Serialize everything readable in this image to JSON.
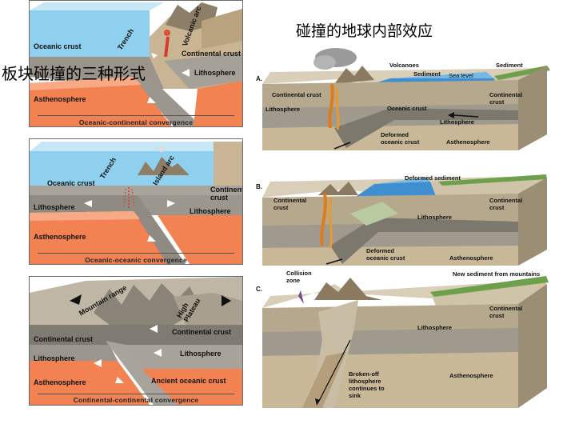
{
  "titles": {
    "left": "板块碰撞的三种形式",
    "right": "碰撞的地球内部效应"
  },
  "panel1": {
    "caption": "Oceanic-continental convergence",
    "labels": {
      "oceanic_crust": "Oceanic crust",
      "trench": "Trench",
      "volcanic_arc": "Volcanic arc",
      "continental_crust": "Continental crust",
      "lithosphere": "Lithosphere",
      "asthenosphere": "Asthenosphere"
    }
  },
  "panel2": {
    "caption": "Oceanic-oceanic convergence",
    "labels": {
      "trench": "Trench",
      "island_arc": "Island arc",
      "oceanic_crust": "Oceanic crust",
      "continental_crust": "Continental crust",
      "lithosphere_left": "Lithosphere",
      "lithosphere_right": "Lithosphere",
      "asthenosphere": "Asthenosphere"
    }
  },
  "panel3": {
    "caption": "Continental-continental convergence",
    "labels": {
      "mountain_range": "Mountain range",
      "high_plateau": "High Plateau",
      "continental_crust_left": "Continental crust",
      "continental_crust_right": "Continental crust",
      "lithosphere_left": "Lithosphere",
      "lithosphere_right": "Lithosphere",
      "asthenosphere": "Asthenosphere",
      "ancient_oceanic_crust": "Ancient oceanic crust"
    }
  },
  "figA": {
    "letter": "A.",
    "labels": {
      "volcanoes": "Volcanoes",
      "sediment_1": "Sediment",
      "sediment_2": "Sediment",
      "sea_level": "Sea level",
      "continental_crust_left": "Continental crust",
      "continental_crust_right": "Continental crust",
      "lithosphere_left": "Lithosphere",
      "lithosphere_right": "Lithosphere",
      "oceanic_crust": "Oceanic crust",
      "deformed_oceanic_crust": "Deformed oceanic crust",
      "asthenosphere": "Asthenosphere"
    }
  },
  "figB": {
    "letter": "B.",
    "labels": {
      "deformed_sediment": "Deformed sediment",
      "continental_crust_left": "Continental crust",
      "continental_crust_right": "Continental crust",
      "lithosphere": "Lithosphere",
      "deformed_oceanic_crust": "Deformed oceanic crust",
      "asthenosphere": "Asthenosphere"
    }
  },
  "figC": {
    "letter": "C.",
    "labels": {
      "collision_zone": "Collision zone",
      "new_sediment": "New sediment from mountains",
      "continental_crust": "Continental crust",
      "lithosphere": "Lithosphere",
      "asthenosphere": "Asthenosphere",
      "broken_off": "Broken-off lithosphere continues to sink"
    }
  },
  "colors": {
    "ocean": "#7fc8e8",
    "asthenosphere": "#f07a4a",
    "lithosphere": "#8f8b84",
    "continent": "#c9b89a",
    "vegetation": "#5f9a3c"
  }
}
